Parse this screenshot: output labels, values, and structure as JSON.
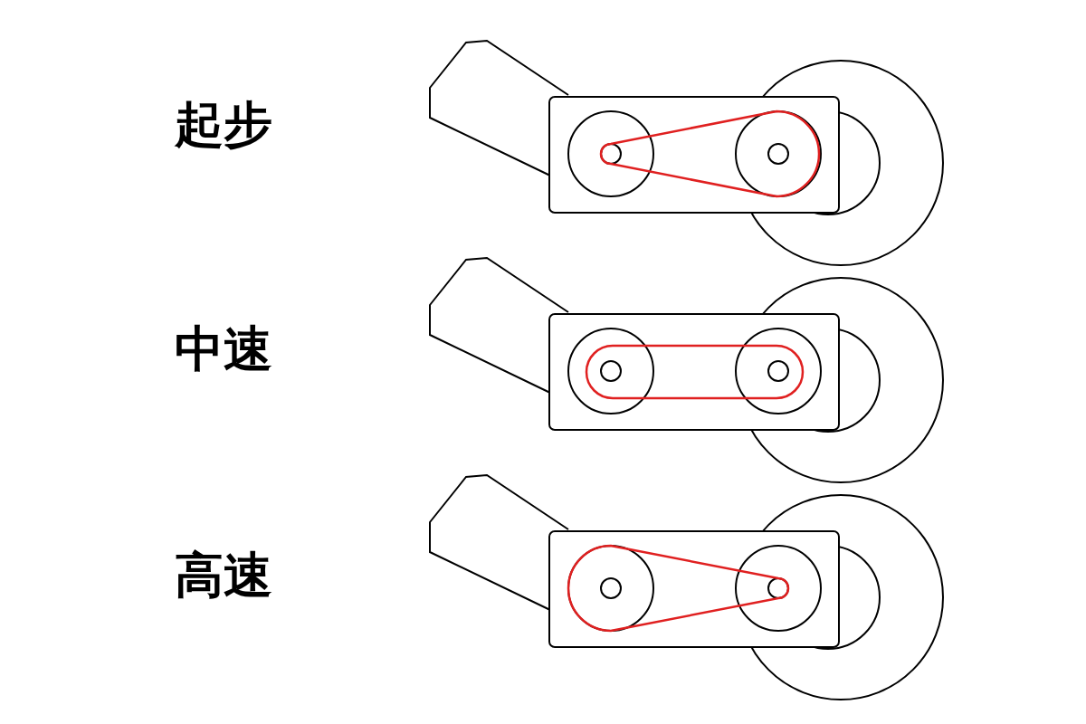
{
  "diagram": {
    "labels": [
      "起步",
      "中速",
      "高速"
    ]
  }
}
